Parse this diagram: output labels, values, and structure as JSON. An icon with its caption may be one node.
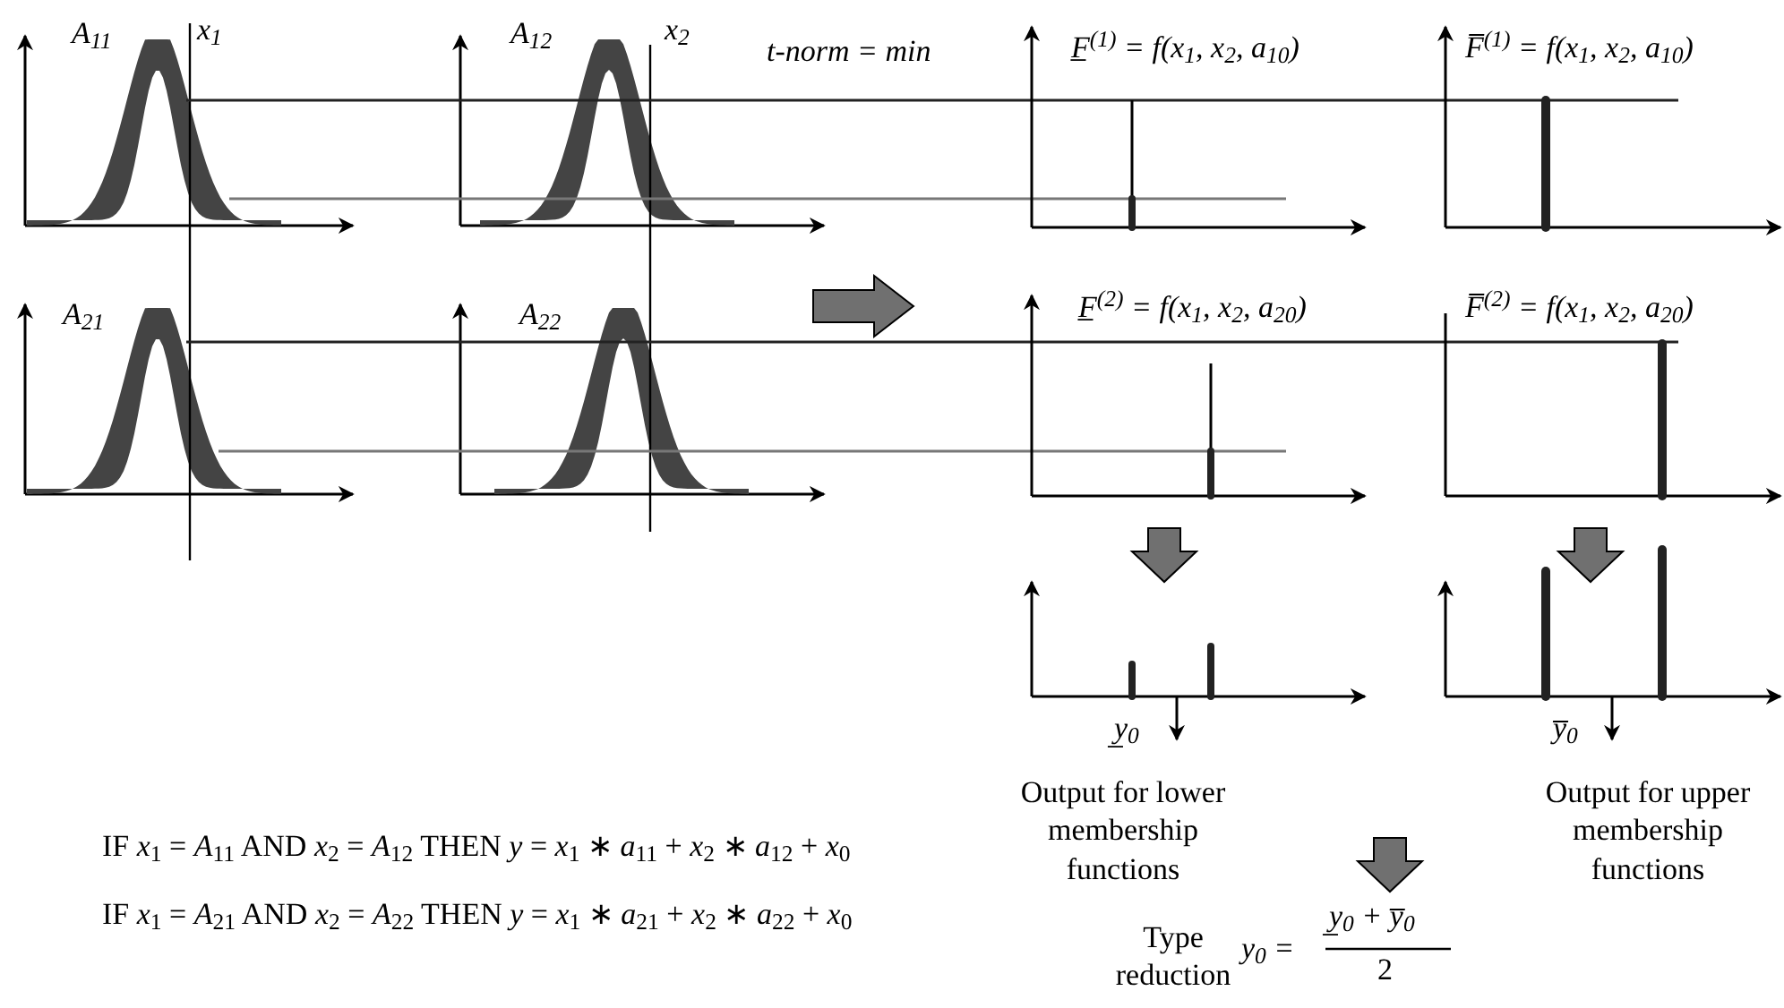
{
  "diagram": {
    "labels": [
      "A$_{11}$",
      "x$_{1}$",
      "A$_{12}$",
      "x$_{2}$",
      "t-norm = min",
      "F̲$^{(1)}$ = f(x$_{1}$, x$_{2}$, a$_{10}$)",
      "F̅$^{(1)}$ = f(x$_{1}$, x$_{2}$, a$_{10}$)",
      "A$_{21}$",
      "A$_{22}$",
      "F̲$^{(2)}$ = f(x$_{1}$, x$_{2}$, a$_{20}$)",
      "F̅$^{(2)}$ = f(x$_{1}$, x$_{2}$, a$_{20}$)",
      "y̲$_{0}$",
      "y̅$_{0}$",
      "Output for lower membership functions",
      "Output for upper membership functions",
      "IF *x*$_{1}$ = *A*$_{11}$ AND *x*$_{2}$ = *A*$_{12}$ THEN *y* = *x*$_{1}$ ∗ *a*$_{11}$ + *x*$_{2}$ ∗ *a*$_{12}$ + *x*$_{0}$",
      "IF *x*$_{1}$ = *A*$_{21}$ AND *x*$_{2}$ = *A*$_{22}$ THEN *y* = *x*$_{1}$ ∗ *a*$_{21}$ + *x*$_{2}$ ∗ *a*$_{22}$ + *x*$_{0}$",
      "Type reduction",
      "y$_{0}$ =",
      "y̲$_{0}$ + y̅$_{0}$",
      "2"
    ]
  }
}
